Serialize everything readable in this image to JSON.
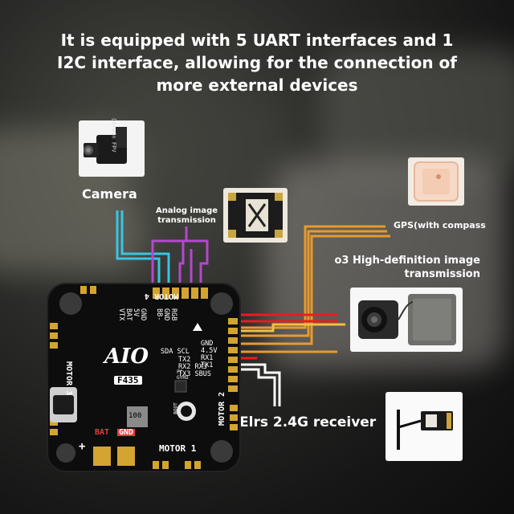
{
  "headline": [
    "It is equipped with 5 UART interfaces and 1",
    "I2C interface, allowing for the connection of",
    "more external devices"
  ],
  "camera_brand": "Darwin FPV",
  "labels": {
    "camera": "Camera",
    "analog": [
      "Analog image",
      "transmission"
    ],
    "gps": "GPS(with compass",
    "o3": [
      "o3 High-definition image",
      "transmission"
    ],
    "elrs": "Elrs 2.4G receiver"
  },
  "board": {
    "motor1": "MOTOR 1",
    "motor2": "MOTOR 2",
    "motor3": "MOTOR 3",
    "motor4": "MOTOR 4",
    "pins_left": [
      "GND",
      "5V",
      "BAT",
      "VTX"
    ],
    "pins_top": [
      "RGB",
      "GND",
      "BB-"
    ],
    "i2c": "SDA SCL",
    "pins_right": [
      "GND",
      "4.5V",
      "RX1",
      "TX1"
    ],
    "uart": [
      "TX2",
      "RX2 RX3",
      "TX3 SBUS"
    ],
    "logo": "AIO",
    "chip": "F435",
    "marking": "100",
    "gyro": [
      "FC",
      "GYRO"
    ],
    "boot": "BOOT",
    "bat": "BAT",
    "gnd": "GND",
    "plus": "+"
  }
}
